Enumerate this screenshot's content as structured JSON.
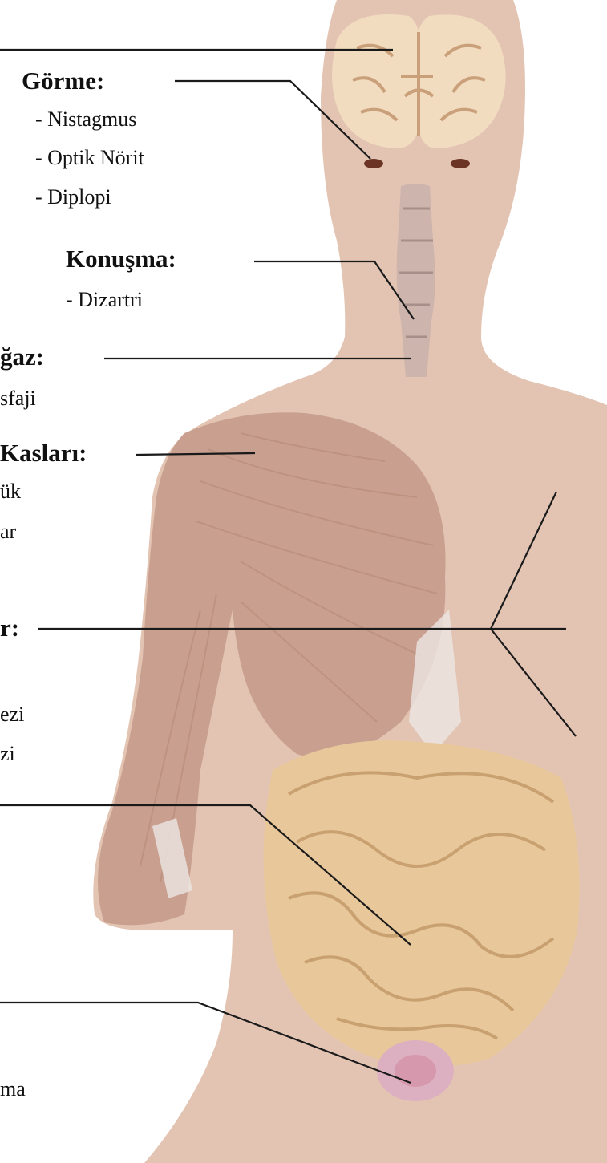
{
  "labels": {
    "vision": {
      "heading": "Görme:",
      "items": [
        "- Nistagmus",
        "- Optik Nörit",
        "- Diplopi"
      ]
    },
    "speech": {
      "heading": "Konuşma:",
      "items": [
        "- Dizartri"
      ]
    },
    "throat": {
      "heading": "ğaz:",
      "items": [
        "sfaji"
      ]
    },
    "muscles": {
      "heading": "Kasları:",
      "items": [
        "ük",
        "ar"
      ]
    },
    "sensation": {
      "heading": "r:",
      "items": [
        "ezi",
        "zi"
      ]
    },
    "bladder": {
      "items": [
        "ma"
      ]
    }
  },
  "colors": {
    "skin": "#e3c4b3",
    "muscle": "#c9a08f",
    "muscle_dark": "#b88b79",
    "brain": "#f2dcc0",
    "brain_fold": "#caa07a",
    "intestine": "#e8c89a",
    "intestine_fold": "#c9a070",
    "bladder": "#dcb0c0",
    "line": "#1a1a1a"
  }
}
